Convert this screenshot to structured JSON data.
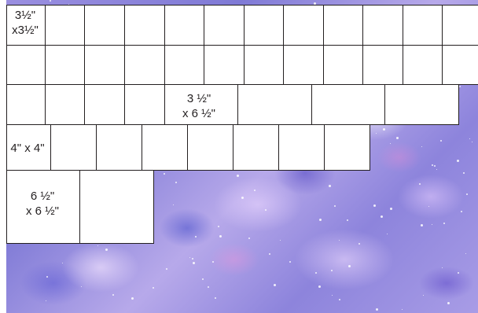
{
  "labels": {
    "row1": [
      "3½\"",
      "x3½\""
    ],
    "row3": [
      "3 ½\"",
      "x 6 ½\""
    ],
    "row4": "4\" x 4\"",
    "row5": [
      "6 ½\"",
      "x 6 ½\""
    ]
  },
  "colors": {
    "outline": "#231f20",
    "block_fill": "#ffffff",
    "fabric": "galaxy-print"
  }
}
